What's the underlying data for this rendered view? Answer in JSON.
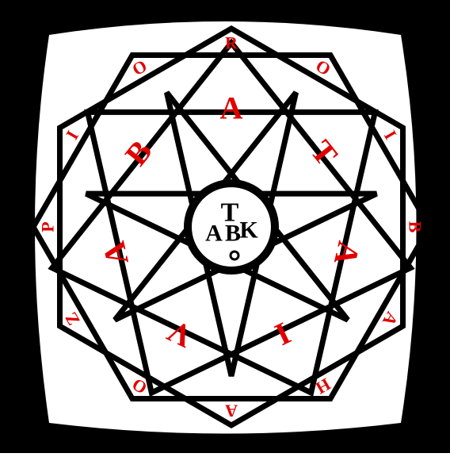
{
  "emblem": {
    "colors": {
      "background": "#000000",
      "panel": "#ffffff",
      "lines": "#000000",
      "letters": "#e00000"
    },
    "outer_ring_letters": [
      "R",
      "O",
      "I",
      "B",
      "A",
      "H",
      "A",
      "O",
      "Z",
      "P",
      "I",
      "O"
    ],
    "inner_star_letters": [
      "A",
      "T",
      "A",
      "I",
      "V",
      "A",
      "B"
    ],
    "center_monogram": {
      "letters": [
        "T",
        "A",
        "B",
        "K"
      ],
      "description_icon": "monogram-seal-icon"
    }
  }
}
